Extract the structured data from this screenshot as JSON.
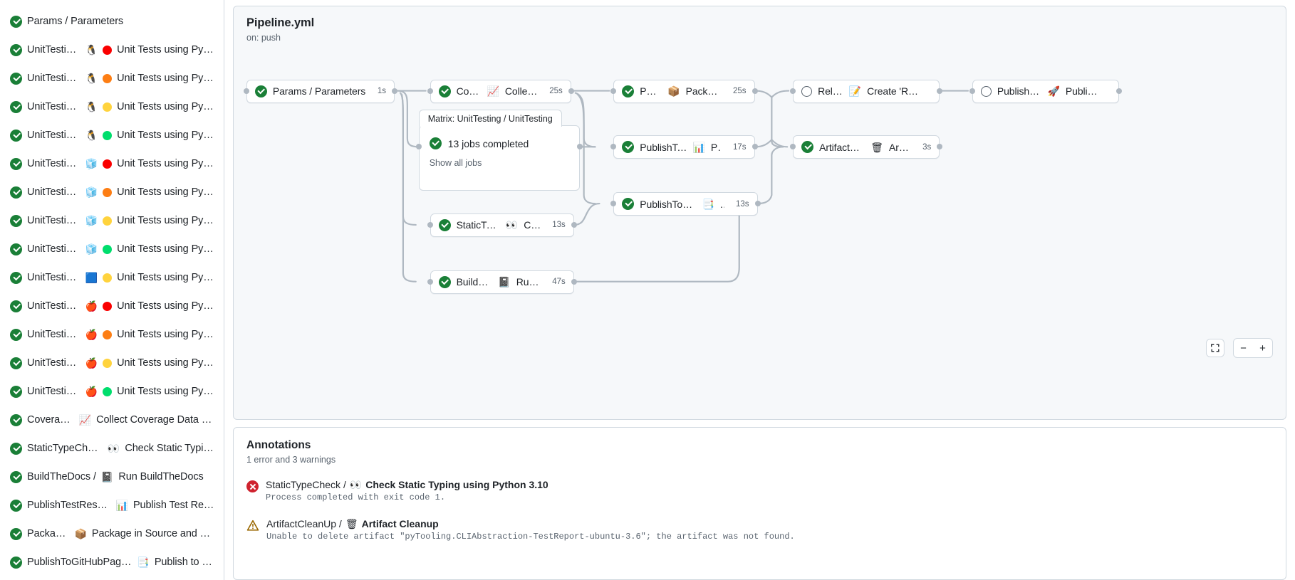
{
  "colors": {
    "success": "#1a7f37",
    "error": "#cf222e",
    "warning": "#9a6700",
    "pending": "#59636e",
    "border": "#d1d9e0",
    "muted": "#59636e",
    "canvas_bg": "#f6f8fa"
  },
  "sidebar": {
    "items": [
      {
        "status": "success",
        "text": "Params / Parameters",
        "emoji": "",
        "dot": ""
      },
      {
        "status": "success",
        "prefix": "UnitTesting /",
        "emoji": "🐧",
        "dot": "#fa0000",
        "text": "Unit Tests using Pyth..."
      },
      {
        "status": "success",
        "prefix": "UnitTesting /",
        "emoji": "🐧",
        "dot": "#fd7e14",
        "text": "Unit Tests using Pyth..."
      },
      {
        "status": "success",
        "prefix": "UnitTesting /",
        "emoji": "🐧",
        "dot": "#ffd33d",
        "text": "Unit Tests using Pyth..."
      },
      {
        "status": "success",
        "prefix": "UnitTesting /",
        "emoji": "🐧",
        "dot": "#00de6d",
        "text": "Unit Tests using Pyth..."
      },
      {
        "status": "success",
        "prefix": "UnitTesting /",
        "emoji": "🧊",
        "dot": "#fa0000",
        "text": "Unit Tests using Pyth..."
      },
      {
        "status": "success",
        "prefix": "UnitTesting /",
        "emoji": "🧊",
        "dot": "#fd7e14",
        "text": "Unit Tests using Pyth..."
      },
      {
        "status": "success",
        "prefix": "UnitTesting /",
        "emoji": "🧊",
        "dot": "#ffd33d",
        "text": "Unit Tests using Pyth..."
      },
      {
        "status": "success",
        "prefix": "UnitTesting /",
        "emoji": "🧊",
        "dot": "#00de6d",
        "text": "Unit Tests using Pyth..."
      },
      {
        "status": "success",
        "prefix": "UnitTesting /",
        "emoji": "🟦",
        "dot": "#ffd33d",
        "text": "Unit Tests using Pyth..."
      },
      {
        "status": "success",
        "prefix": "UnitTesting /",
        "emoji": "🍎",
        "dot": "#fa0000",
        "text": "Unit Tests using Pyth..."
      },
      {
        "status": "success",
        "prefix": "UnitTesting /",
        "emoji": "🍎",
        "dot": "#fd7e14",
        "text": "Unit Tests using Pyth..."
      },
      {
        "status": "success",
        "prefix": "UnitTesting /",
        "emoji": "🍎",
        "dot": "#ffd33d",
        "text": "Unit Tests using Pyth..."
      },
      {
        "status": "success",
        "prefix": "UnitTesting /",
        "emoji": "🍎",
        "dot": "#00de6d",
        "text": "Unit Tests using Pyth..."
      },
      {
        "status": "success",
        "prefix": "Coverage /",
        "emoji": "📈",
        "dot": "",
        "text": "Collect Coverage Data usi..."
      },
      {
        "status": "success",
        "prefix": "StaticTypeCheck /",
        "emoji": "👀",
        "dot": "",
        "text": "Check Static Typing..."
      },
      {
        "status": "success",
        "prefix": "BuildTheDocs /",
        "emoji": "📓",
        "dot": "",
        "text": "Run BuildTheDocs"
      },
      {
        "status": "success",
        "prefix": "PublishTestResults /",
        "emoji": "📊",
        "dot": "",
        "text": "Publish Test Resu..."
      },
      {
        "status": "success",
        "prefix": "Package /",
        "emoji": "📦",
        "dot": "",
        "text": "Package in Source and Wh..."
      },
      {
        "status": "success",
        "prefix": "PublishToGitHubPages /",
        "emoji": "📑",
        "dot": "",
        "text": "Publish to G..."
      }
    ]
  },
  "graph": {
    "title": "Pipeline.yml",
    "subtitle": "on: push",
    "nodes": [
      {
        "id": "params",
        "status": "success",
        "label": "Params / Parameters",
        "emoji": "",
        "duration": "1s"
      },
      {
        "id": "coverage",
        "status": "success",
        "label": "Coverage /",
        "emoji": "📈",
        "label2": "Collect Cove...",
        "duration": "25s"
      },
      {
        "id": "statictype",
        "status": "success",
        "label": "StaticTypeCheck /",
        "emoji": "👀",
        "label2": "Chec...",
        "duration": "13s"
      },
      {
        "id": "buildthedocs",
        "status": "success",
        "label": "BuildTheDocs /",
        "emoji": "📓",
        "label2": "Run Buil...",
        "duration": "47s"
      },
      {
        "id": "package",
        "status": "success",
        "label": "Package /",
        "emoji": "📦",
        "label2": "Package in So...",
        "duration": "25s"
      },
      {
        "id": "publishtest",
        "status": "success",
        "label": "PublishTestResults /",
        "emoji": "📊",
        "label2": "Pu...",
        "duration": "17s"
      },
      {
        "id": "publishpages",
        "status": "success",
        "label": "PublishToGitHubPages /",
        "emoji": "📑",
        "label2": "...",
        "duration": "13s"
      },
      {
        "id": "release",
        "status": "pending",
        "label": "Release /",
        "emoji": "📝",
        "label2": "Create 'Release P...",
        "duration": ""
      },
      {
        "id": "cleanup",
        "status": "success",
        "label": "ArtifactCleanUp /",
        "emoji": "🗑",
        "label2": "Artifac...",
        "duration": "3s"
      },
      {
        "id": "pypi",
        "status": "pending",
        "label": "PublishOnPyPI /",
        "emoji": "🚀",
        "label2": "Publish to ...",
        "duration": ""
      }
    ],
    "matrix": {
      "tab_label": "Matrix: UnitTesting / UnitTesting",
      "status": "success",
      "summary": "13 jobs completed",
      "show_all": "Show all jobs"
    },
    "controls": {
      "fit_label": "fit-screen-icon",
      "zoom_out_label": "−",
      "zoom_in_label": "+"
    }
  },
  "annotations": {
    "title": "Annotations",
    "summary": "1 error and 3 warnings",
    "items": [
      {
        "status": "error",
        "job": "StaticTypeCheck /",
        "emoji": "👀",
        "step": "Check Static Typing using Python 3.10",
        "message": "Process completed with exit code 1."
      },
      {
        "status": "warning",
        "job": "ArtifactCleanUp /",
        "emoji": "🗑",
        "step": "Artifact Cleanup",
        "message": "Unable to delete artifact \"pyTooling.CLIAbstraction-TestReport-ubuntu-3.6\"; the artifact was not found."
      }
    ]
  }
}
